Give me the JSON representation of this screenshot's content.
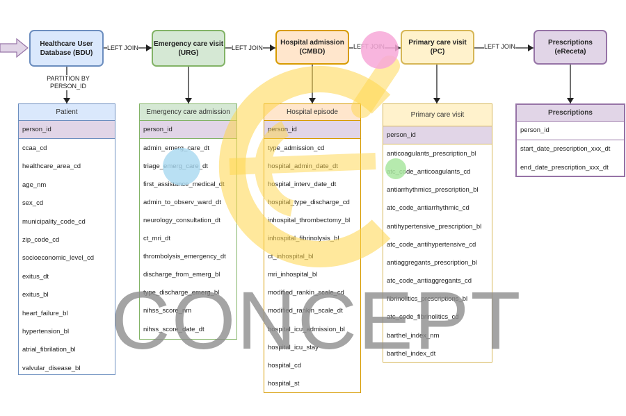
{
  "sources": [
    {
      "id": "bdu",
      "label": "Healthcare User Database (BDU)",
      "fill": "#dae8fc",
      "stroke": "#6c8ebf"
    },
    {
      "id": "urg",
      "label": "Emergency care visit (URG)",
      "fill": "#d5e8d4",
      "stroke": "#82b366"
    },
    {
      "id": "cmbd",
      "label": "Hospital admission (CMBD)",
      "fill": "#ffe6cc",
      "stroke": "#d79b00"
    },
    {
      "id": "pc",
      "label": "Primary care visit (PC)",
      "fill": "#fff2cc",
      "stroke": "#d6b656"
    },
    {
      "id": "erec",
      "label": "Prescriptions (eReceta)",
      "fill": "#e1d5e7",
      "stroke": "#9673a6"
    }
  ],
  "join_labels": [
    "LEFT JOIN",
    "LEFT JOIN",
    "LEFT JOIN",
    "LEFT JOIN"
  ],
  "partition_label": "PARTITION BY PERSON_ID",
  "tables": [
    {
      "title": "Patient",
      "header_fill": "#dae8fc",
      "border": "#6c8ebf",
      "key_fill": "#e1d5e7",
      "fields": [
        "person_id",
        "ccaa_cd",
        "healthcare_area_cd",
        "age_nm",
        "sex_cd",
        "municipality_code_cd",
        "zip_code_cd",
        "socioeconomic_level_cd",
        "exitus_dt",
        "exitus_bl",
        "heart_failure_bl",
        "hypertension_bl",
        "atrial_fibrilation_bl",
        "valvular_disease_bl"
      ]
    },
    {
      "title": "Emergency care admission",
      "header_fill": "#d5e8d4",
      "border": "#82b366",
      "key_fill": "#e1d5e7",
      "fields": [
        "person_id",
        "admin_emerg_care_dt",
        "triage_emerg_care_dt",
        "first_assistance_medical_dt",
        "admin_to_observ_ward_dt",
        "neurology_consultation_dt",
        "ct_mri_dt",
        "thrombolysis_emergency_dt",
        "discharge_from_emerg_bl",
        "type_discharge_emerg_bl",
        "nihss_score_nm",
        "nihss_score_date_dt"
      ]
    },
    {
      "title": "Hospital episode",
      "header_fill": "#ffe6cc",
      "border": "#d79b00",
      "key_fill": "#e1d5e7",
      "fields": [
        "person_id",
        "type_admission_cd",
        "hospital_admin_date_dt",
        "hospital_interv_date_dt",
        "hospital_type_discharge_cd",
        "inhospital_thrombectomy_bl",
        "inhospital_fibrinolysis_bl",
        "ct_inhospital_bl",
        "mri_inhospital_bl",
        "modified_rankin_scale_cd",
        "modified_rankin_scale_dt",
        "hospital_icu_admission_bl",
        "hospital_icu_stay",
        "hospital_cd",
        "hospital_st"
      ]
    },
    {
      "title": "Primary care visit",
      "header_fill": "#fff2cc",
      "border": "#d6b656",
      "key_fill": "#e1d5e7",
      "fields": [
        "person_id",
        "anticoagulants_prescription_bl",
        "atc_code_anticoagulants_cd",
        "antiarrhythmics_prescription_bl",
        "atc_code_antiarrhythmic_cd",
        "antihypertensive_prescription_bl",
        "atc_code_antihypertensive_cd",
        "antiaggregants_prescription_bl",
        "atc_code_antiaggregants_cd",
        "fibrinolitics_prescriptions_bl",
        "atc_code_fibrinolitics_cd",
        "barthel_index_nm",
        "barthel_index_dt"
      ]
    },
    {
      "title": "Prescriptions",
      "header_fill": "#e1d5e7",
      "border": "#9673a6",
      "key_fill": "#ffffff",
      "bold_title": true,
      "fields": [
        "person_id",
        "start_date_prescription_xxx_dt",
        "end_date_prescription_xxx_dt"
      ]
    }
  ],
  "watermark": {
    "text": "CONCEPT",
    "text_color": "#8a8a8a",
    "logo_color": "#ffd54a"
  },
  "highlight_colors": {
    "pink": "#f7a8d8",
    "blue": "#a8d8f0",
    "green": "#a9e6a0"
  }
}
